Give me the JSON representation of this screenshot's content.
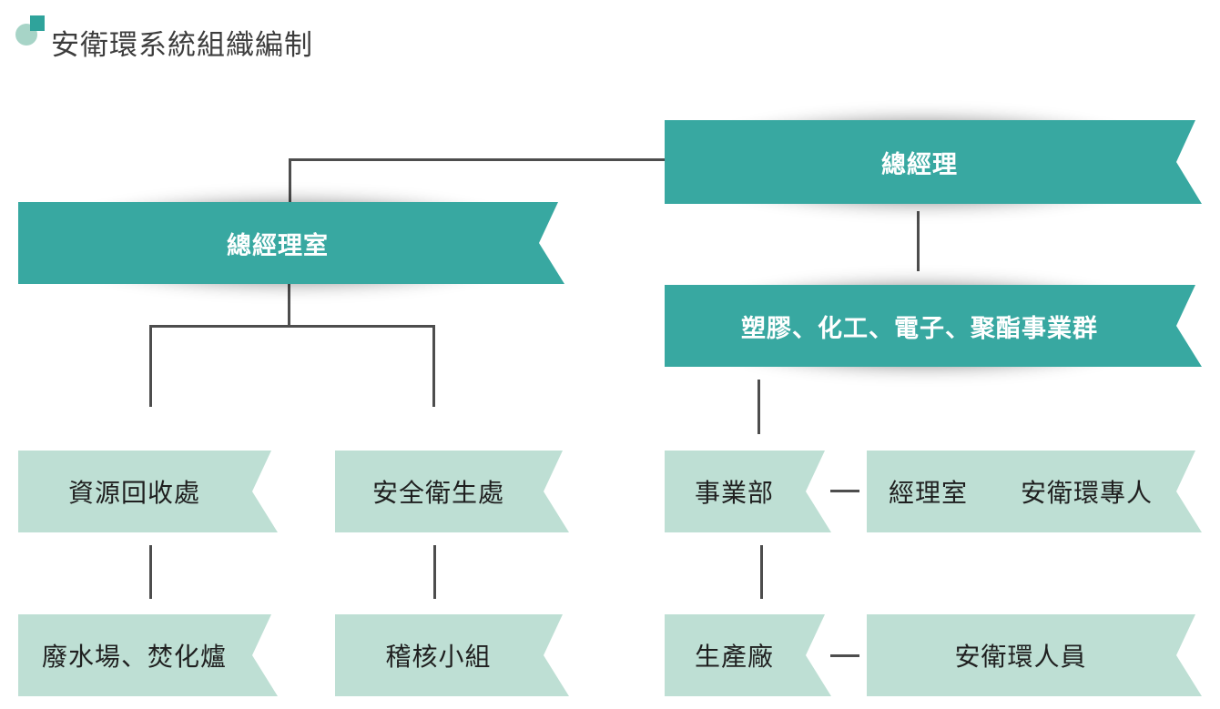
{
  "title": {
    "text": "安衛環系統組織編制",
    "bullet_icon": {
      "circle_color": "#a7d4c7",
      "square_color": "#2fa39b"
    }
  },
  "colors": {
    "primary_banner": "#38a8a1",
    "secondary_banner": "#bedfd4",
    "primary_text": "#ffffff",
    "secondary_text": "#1f1f1f",
    "connector_line": "#4d4d4d",
    "background": "#ffffff"
  },
  "diagram": {
    "nodes": {
      "general_manager": {
        "label": "總經理",
        "level": "primary"
      },
      "gm_office": {
        "label": "總經理室",
        "level": "primary"
      },
      "business_groups": {
        "label": "塑膠、化工、電子、聚酯事業群",
        "level": "primary"
      },
      "recycling_dept": {
        "label": "資源回收處",
        "level": "secondary"
      },
      "safety_health_dept": {
        "label": "安全衛生處",
        "level": "secondary"
      },
      "business_division": {
        "label": "事業部",
        "level": "secondary"
      },
      "manager_office_she": {
        "label": "經理室　　安衛環專人",
        "level": "secondary"
      },
      "wastewater_incinerator": {
        "label": "廢水場、焚化爐",
        "level": "secondary"
      },
      "audit_team": {
        "label": "稽核小組",
        "level": "secondary"
      },
      "production_plant": {
        "label": "生產廠",
        "level": "secondary"
      },
      "she_personnel": {
        "label": "安衛環人員",
        "level": "secondary"
      }
    },
    "edges": [
      {
        "from": "general_manager",
        "to": "gm_office"
      },
      {
        "from": "general_manager",
        "to": "business_groups"
      },
      {
        "from": "gm_office",
        "to": "recycling_dept"
      },
      {
        "from": "gm_office",
        "to": "safety_health_dept"
      },
      {
        "from": "recycling_dept",
        "to": "wastewater_incinerator"
      },
      {
        "from": "safety_health_dept",
        "to": "audit_team"
      },
      {
        "from": "business_groups",
        "to": "business_division"
      },
      {
        "from": "business_division",
        "to": "manager_office_she"
      },
      {
        "from": "business_division",
        "to": "production_plant"
      },
      {
        "from": "production_plant",
        "to": "she_personnel"
      }
    ]
  }
}
